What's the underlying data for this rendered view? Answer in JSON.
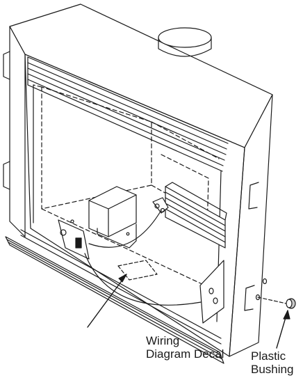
{
  "labels": {
    "wiring_diagram_decal": [
      "Wiring",
      "Diagram Decal"
    ],
    "plastic_bushing": [
      "Plastic",
      "Bushing"
    ]
  },
  "colors": {
    "line": "#1a1a1a",
    "shade": "#c8c8c8",
    "background": "#ffffff"
  }
}
